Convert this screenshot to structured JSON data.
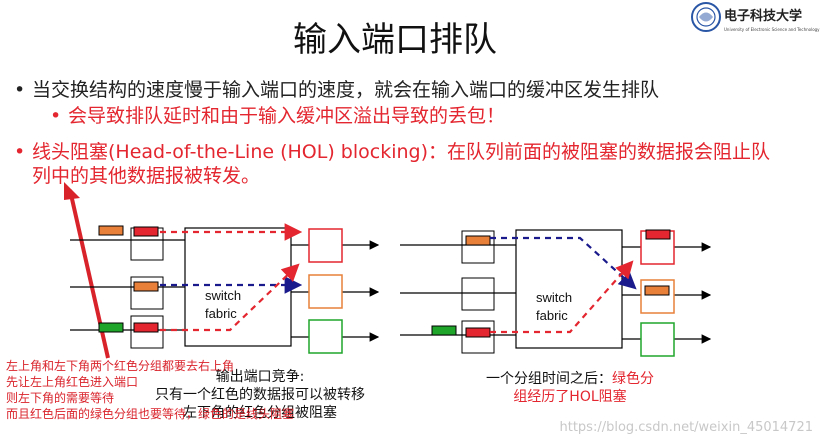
{
  "title": "输入端口排队",
  "logo_text": "电子科技大学",
  "logo_sub": "University of Electronic Science and Technology of China",
  "bullet1": "当交换结构的速度慢于输入端口的速度，就会在输入端口的缓冲区发生排队",
  "bullet1_sub": "会导致排队延时和由于输入缓冲区溢出导致的丢包！",
  "bullet2": "线头阻塞(Head-of-the-Line (HOL) blocking)：在队列前面的被阻塞的数据报会阻止队列中的其他数据报被转发。",
  "fabric_label_line1": "switch",
  "fabric_label_line2": "fabric",
  "left_caption": [
    "输出端口竞争:",
    "只有一个红色的数据报可以被转移",
    "左下角的红色分组被阻塞"
  ],
  "right_caption": [
    "一个分组时间之后：",
    "绿色分",
    "组经历了HOL阻塞"
  ],
  "notes": [
    "左上角和左下角两个红色分组都要去右上角",
    "先让左上角红色进入端口",
    "则左下角的需要等待",
    "而且红色后面的绿色分组也要等待，绿色的是线头阻塞"
  ],
  "watermark": "https://blog.csdn.net/weixin_45014721",
  "colors": {
    "red": "#e3262f",
    "navy": "#1a1a8c",
    "orange": "#e8803a",
    "green": "#1fa52a",
    "dark_red": "#d9232b"
  }
}
